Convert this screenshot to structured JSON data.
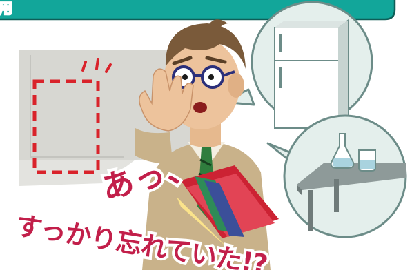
{
  "header": {
    "label_fragment": "用"
  },
  "exclamation": {
    "line1": "あっ、",
    "line2": "すっかり忘れていた!?"
  },
  "icons": {
    "refrigerator": "refrigerator-icon",
    "flask": "flask-icon",
    "beaker": "beaker-icon",
    "table": "lab-table-icon"
  },
  "colors": {
    "banner": "#12a69a",
    "banner_border": "#0e5e57",
    "exclaim": "#c21f4a",
    "dashed_box": "#d9232b",
    "bubble_fill": "#e4efec",
    "bubble_stroke": "#6c8c88",
    "wall": "#d7d7d2",
    "shadow_floor": "#e3e3df"
  }
}
